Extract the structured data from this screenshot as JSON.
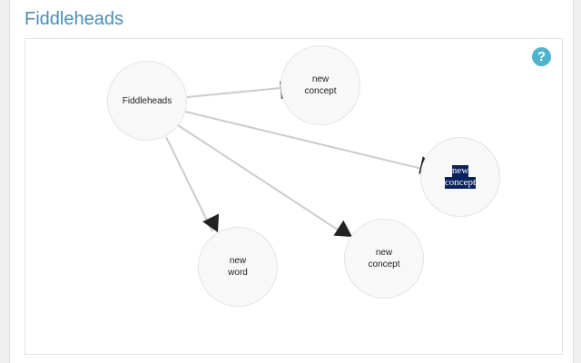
{
  "title": "Fiddleheads",
  "help_icon": "?",
  "nodes": [
    {
      "id": "root",
      "l1": "Fiddleheads",
      "l2": ""
    },
    {
      "id": "c1",
      "l1": "new",
      "l2": "concept"
    },
    {
      "id": "c2",
      "l1": "new",
      "l2": "concept",
      "selected": true
    },
    {
      "id": "w1",
      "l1": "new",
      "l2": "word"
    },
    {
      "id": "c3",
      "l1": "new",
      "l2": "concept"
    }
  ],
  "colors": {
    "accent": "#4a8db3",
    "selection": "#0a2360",
    "help": "#4fb3cf"
  }
}
